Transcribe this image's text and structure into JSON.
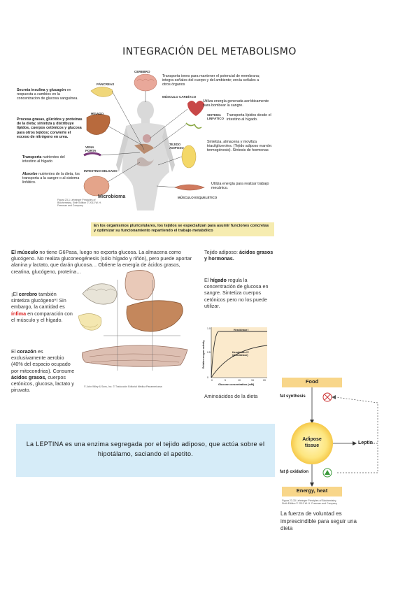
{
  "title": "INTEGRACIÓN DEL METABOLISMO",
  "figure1": {
    "left_texts": [
      {
        "html_bold": "Secreta insulina y glucagón",
        "rest": " en respuesta a cambios en la concentracion de glucosa sanguínea."
      },
      {
        "html_bold": "Procesa grasas, glúcidos y proteínas de la dieta; sintetiza y distribuye lípidos, cuerpos cetónicos y glucosa para otros tejidos; convierte el exceso de nitrógeno en urea.",
        "rest": ""
      },
      {
        "html_bold": "Transporta",
        "rest": " nutrientes del intestino al hígado"
      },
      {
        "html_bold": "Absorbe",
        "rest": " nutrientes de la dieta, los transporta a la sangre o al sistema linfático."
      }
    ],
    "organ_labels": {
      "pancreas": "PÁNCREAS",
      "brain": "CEREBRO",
      "liver": "HÍGADO",
      "portal_vein": "VENA PORTA",
      "small_intestine": "INTESTINO DELGADO",
      "heart_muscle": "MÚSCULO CARDÍACO",
      "lymph": "SISTEMA LINFÁTICO",
      "adipose": "TEJIDO ADIPOSO",
      "skeletal_muscle": "MÚSCULO ESQUELÉTICO",
      "microbiome": "Microbioma"
    },
    "right_texts": {
      "brain": "Transporta iones para mantener el potencial de membrana; integra señales del cuerpo y del ambiente; envía señales a otros órganos",
      "heart": "Utiliza energía generada aeróbicamente para bombear la sangre.",
      "lymph": "Transporta lípidos desde el intestino al hígado.",
      "adipose": "Sintetiza, almacena y moviliza triacilgliceroles. (Tejido adiposo marrón: termogénesis). Síntesis de hormonas",
      "muscle": "Utiliza energía para realizar trabajo mecánico."
    },
    "caption": "Figura 23-1 Lehninger Principles of Biochemistry, Sixth Edition © 2013 W. H. Freeman and Company"
  },
  "yellow_box": "En los organismos pluricelulares, los tejidos se especializan para asumir funciones concretas y optimizar su funcionamiento repartiendo el trabajo metabólico",
  "muscle_text": {
    "lead": "El músculo",
    "body": " no tiene G6Pasa, luego no exporta glucosa. La almacena como glucógeno. No realiza gluconeogénesis (sólo hígado y riñón), pero puede aportar alanina y lactato, que darán glucosa… Obtiene la energía de ácidos grasos, creatina, glucógeno, proteína…"
  },
  "brain_text": {
    "a": "¡El ",
    "b": "cerebro",
    "c": " también sintetiza glucógeno*! Sin embargo, la cantidad es ",
    "d": "ínfima",
    "e": " en comparación con el músculo y el hígado."
  },
  "heart_text": {
    "a": "El ",
    "b": "corazón",
    "c": " es exclusivamente aerobio (40% del espacio ocupado por mitocondrias). Consume ",
    "d": "ácidos grasos,",
    "e": " cuerpos cetónicos, glucosa, lactato y piruvato."
  },
  "adipose_text": {
    "a": "Tejido adiposo: ",
    "b": "ácidos grasos y hormonas."
  },
  "liver_text": {
    "a": "El ",
    "b": "hígado",
    "c": " regula la concentración de glucosa en sangre. Sintetiza cuerpos cetónicos pero no los puede utilizar."
  },
  "figure2_caption": "© John Wiley & Sons, Inc. © Traducción Editorial Médica Panamericana",
  "graph": {
    "ylabel": "Relative enzyme activity",
    "xlabel": "Glucose concentration (mM)",
    "hexok1": "Hexokinase I",
    "hexok4": "Hexokinase IV (glucokinase)",
    "yticks": [
      "1.0",
      "0.5",
      "0"
    ],
    "xticks": [
      "0",
      "5",
      "10",
      "15",
      "20"
    ]
  },
  "aminoacid_text": "Aminoácidos de la dieta",
  "leptin_box": "La LEPTINA es una enzima segregada por el tejido adiposo, que actúa sobre el hipotálamo, saciando el apetito.",
  "leptin_diagram": {
    "food": "Food",
    "fat_synthesis": "fat synthesis",
    "adipose": "Adipose tissue",
    "leptin": "Leptin",
    "fat_oxidation": "fat β oxidation",
    "energy": "Energy, heat",
    "caption": "Figura 23-33 Lehninger Principles of Biochemistry, Sixth Edition © 2013 W. H. Freeman and Company"
  },
  "willpower_text": "La fuerza de voluntad es imprescindible para seguir una dieta",
  "colors": {
    "title": "#222222",
    "yellow": "#f6ecb0",
    "blue": "#d6ecf8",
    "food_box": "#f8d68a",
    "red_text": "#dd2222"
  }
}
